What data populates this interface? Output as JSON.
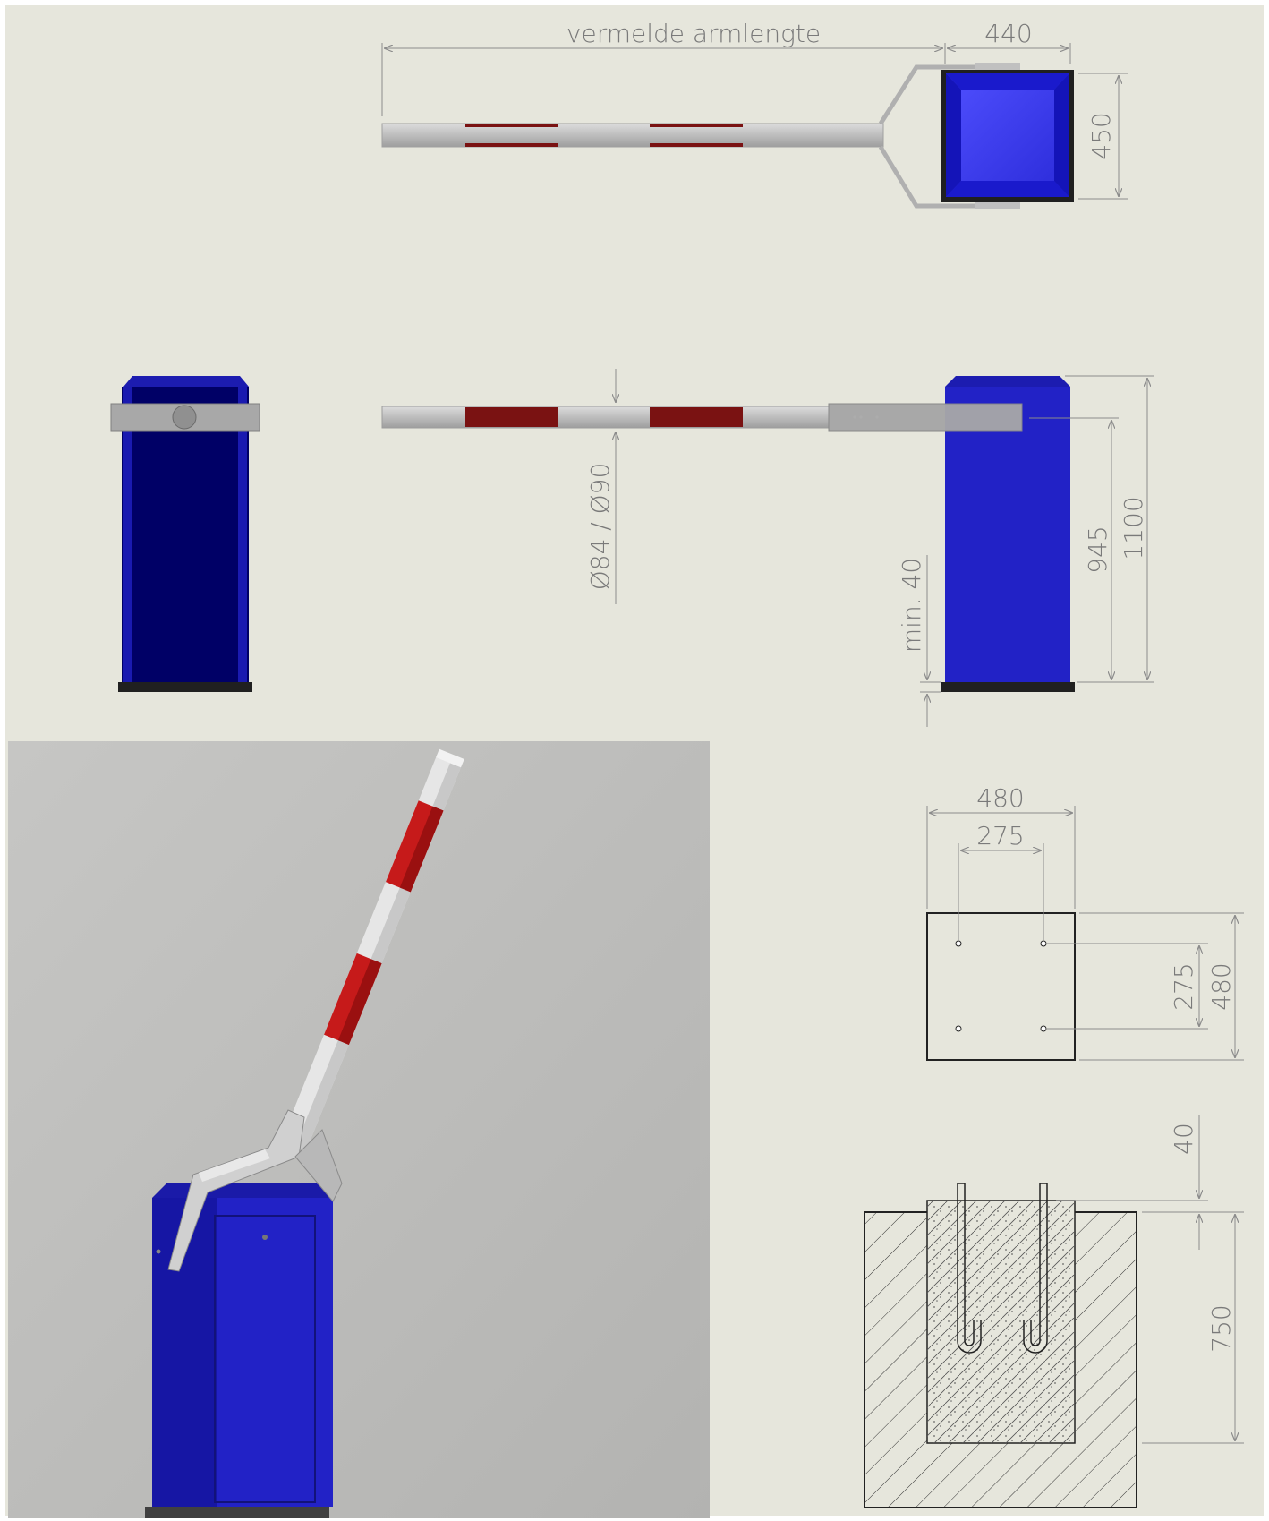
{
  "colors": {
    "sheet_bg": "#e6e6dc",
    "render_bg": "#c0c0bd",
    "housing_blue": "#2222c6",
    "housing_side_dark": "#000066",
    "housing_top": "#1c1cb0",
    "lid_blue": "#3f3ff5",
    "arm_stripe_red": "#7a1212",
    "arm_grey": "#c4c4c4",
    "dim_line": "#8c8c8c"
  },
  "dimensions": {
    "arm_length": "vermelde armlengte",
    "top_width": "440",
    "top_depth": "450",
    "arm_diameter": "Ø84 / Ø90",
    "min_clearance": "min. 40",
    "pivot_height": "945",
    "total_height": "1100",
    "base_width": "480",
    "bolt_spacing_x": "275",
    "bolt_spacing_y": "275",
    "base_depth": "480",
    "anchor_protrusion": "40",
    "foundation_depth": "750"
  },
  "views": {
    "top": "top-view",
    "side_left": "side-view-back",
    "front": "front-view",
    "render": "3d-render",
    "base_plate": "base-plate-plan",
    "foundation": "foundation-section"
  }
}
